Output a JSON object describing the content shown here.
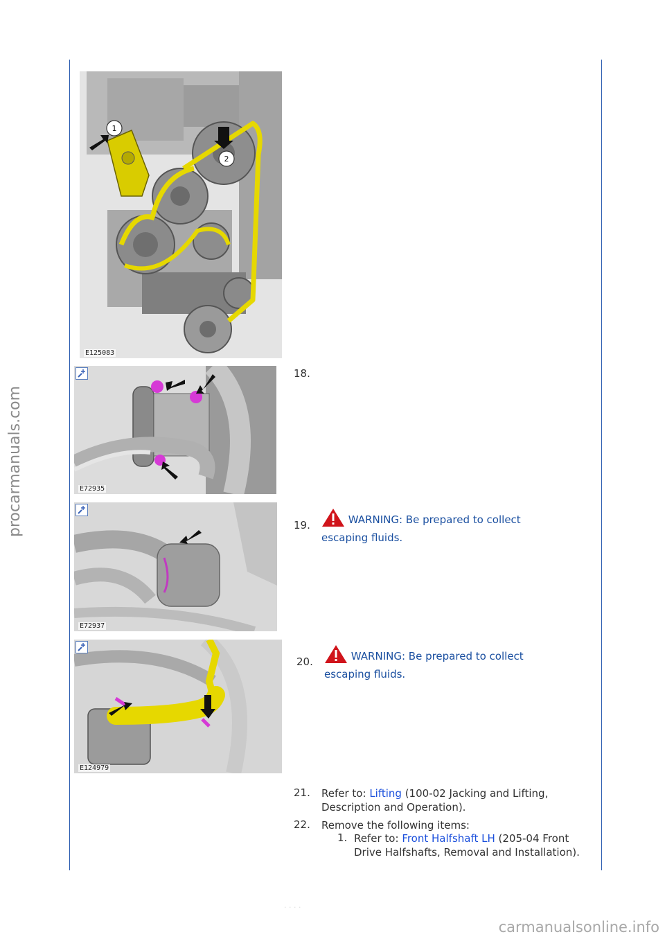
{
  "watermarks": {
    "side": "procarmanuals.com",
    "bottom": "carmanualsonline.info"
  },
  "footer": {
    "faint": ". . . ."
  },
  "figures": [
    {
      "id": "E125083"
    },
    {
      "id": "E72935"
    },
    {
      "id": "E72937"
    },
    {
      "id": "E124979"
    }
  ],
  "callouts": {
    "one": "1",
    "two": "2"
  },
  "icons": {
    "zoom": "magnify-plus-icon",
    "warning": "warning-triangle-icon"
  },
  "colors": {
    "rule": "#2a5bb0",
    "link": "#1a4fdc",
    "warning_text": "#1a4fa0",
    "warning_icon": "#d0141b",
    "highlight": "#e6d800",
    "clip": "#d63ad6"
  },
  "steps": {
    "s18": {
      "num": "18."
    },
    "s19": {
      "num": "19.",
      "warning": "WARNING: Be prepared to collect",
      "warning2": "escaping fluids."
    },
    "s20": {
      "num": "20.",
      "warning": "WARNING: Be prepared to collect",
      "warning2": "escaping fluids."
    },
    "s21": {
      "num": "21.",
      "prefix": "Refer to: ",
      "link": "Lifting",
      "suffix": " (100-02 Jacking and Lifting,",
      "line2": "Description and Operation)."
    },
    "s22": {
      "num": "22.",
      "text": "Remove the following items:",
      "sub": {
        "num": "1.",
        "prefix": "Refer to: ",
        "link": "Front Halfshaft LH",
        "suffix": " (205-04 Front",
        "line2": "Drive Halfshafts, Removal and Installation)."
      }
    }
  }
}
